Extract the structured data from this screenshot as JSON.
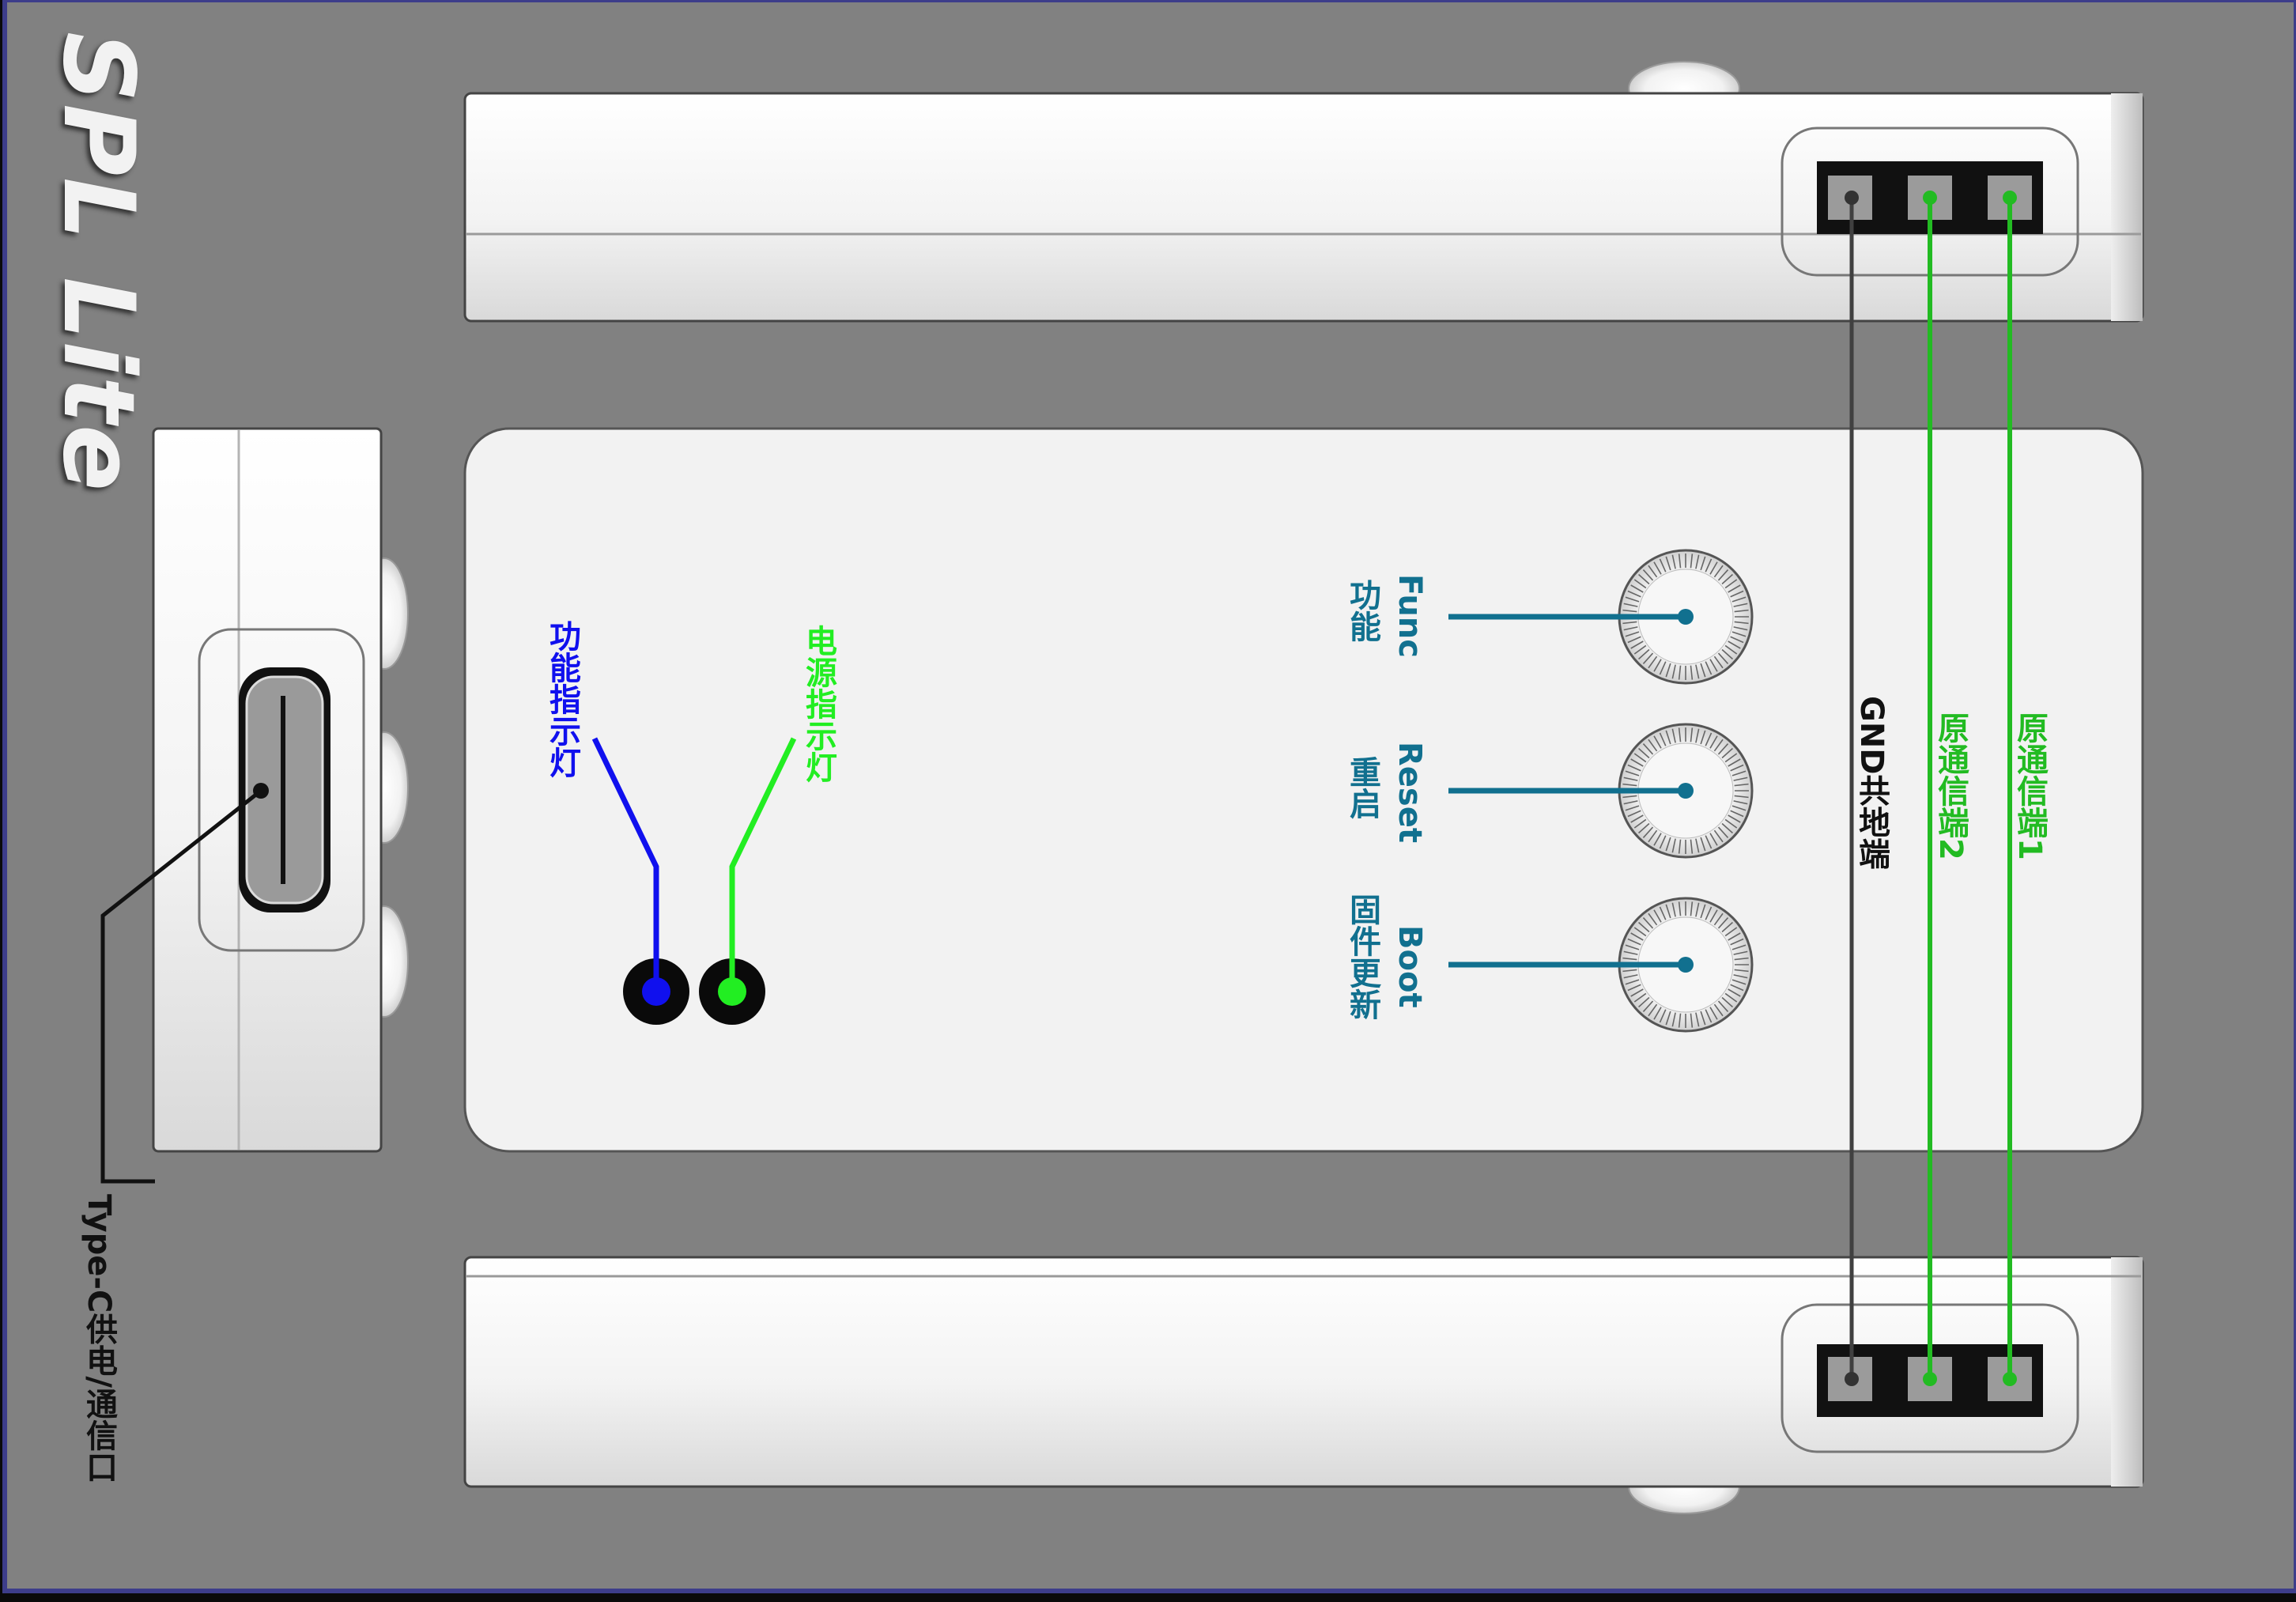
{
  "device_title": "SPL Lite",
  "colors": {
    "board": "#818181",
    "border": "#3d3d8a",
    "module": "#f1f1f1",
    "button_line": "#11708f",
    "power_led": "#22ee22",
    "func_led": "#1010ee",
    "signal_wire": "#22bb22",
    "gnd_wire": "#404040"
  },
  "labels": {
    "usb": "Type-C供电/通信口",
    "func_led": "功能指示灯",
    "power_led": "电源指示灯",
    "gnd": "GND共地端",
    "signal_2": "原通信端2",
    "signal_1": "原通信端1"
  },
  "buttons": [
    {
      "en": "Func",
      "zh": "功能"
    },
    {
      "en": "Reset",
      "zh": "重启"
    },
    {
      "en": "Boot",
      "zh": "固件更新"
    }
  ]
}
